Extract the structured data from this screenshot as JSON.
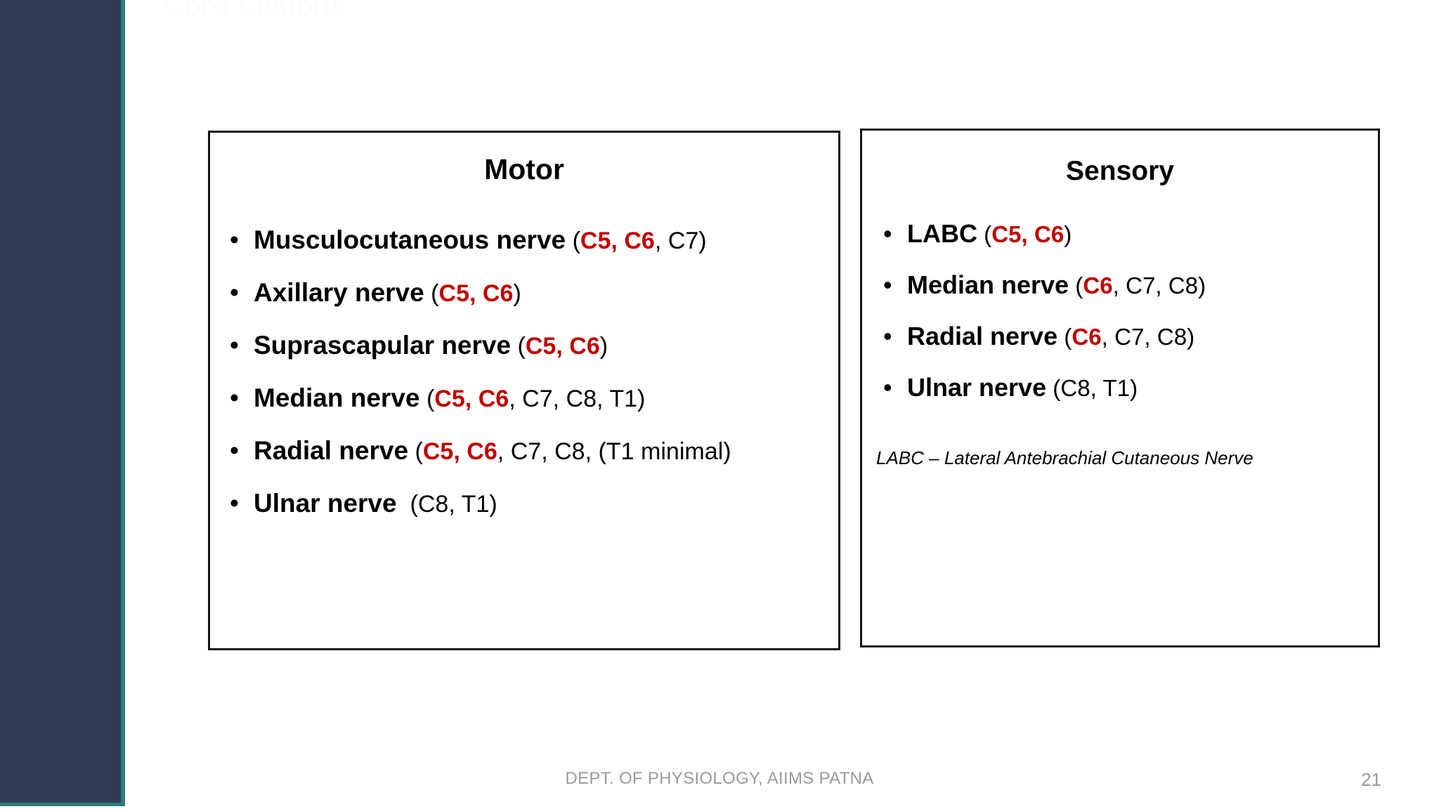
{
  "slide": {
    "background_color": "#ffffff",
    "sidebar": {
      "color": "#333B54",
      "accent_color": "#2E7C79"
    },
    "title_remnant": "Cord Lesions",
    "highlight_color": "#C00000"
  },
  "motor_panel": {
    "title": "Motor",
    "items": [
      {
        "name": "Musculocutaneous nerve",
        "open_paren": " (",
        "roots_highlight": "C5, C6",
        "roots_rest": ", C7)"
      },
      {
        "name": "Axillary nerve",
        "open_paren": " (",
        "roots_highlight": "C5, C6",
        "roots_rest": ")"
      },
      {
        "name": "Suprascapular nerve",
        "open_paren": " (",
        "roots_highlight": "C5, C6",
        "roots_rest": ")"
      },
      {
        "name": "Median nerve",
        "open_paren": " (",
        "roots_highlight": "C5, C6",
        "roots_rest": ", C7, C8, T1)"
      },
      {
        "name": "Radial nerve",
        "open_paren": " (",
        "roots_highlight": "C5, C6",
        "roots_rest": ", C7, C8, (T1 minimal)"
      },
      {
        "name": "Ulnar nerve",
        "open_paren": "  (",
        "roots_highlight": "",
        "roots_rest": "C8, T1)"
      }
    ]
  },
  "sensory_panel": {
    "title": "Sensory",
    "items": [
      {
        "name": "LABC",
        "open_paren": " (",
        "roots_highlight": "C5, C6",
        "roots_rest": ")"
      },
      {
        "name": "Median nerve",
        "open_paren": " (",
        "roots_highlight": "C6",
        "roots_rest": ", C7, C8)"
      },
      {
        "name": "Radial nerve",
        "open_paren": " (",
        "roots_highlight": "C6",
        "roots_rest": ", C7, C8)"
      },
      {
        "name": "Ulnar nerve",
        "open_paren": " (",
        "roots_highlight": "",
        "roots_rest": "C8, T1)"
      }
    ],
    "footnote": "LABC – Lateral Antebrachial Cutaneous Nerve"
  },
  "footer": {
    "text": "DEPT. OF PHYSIOLOGY, AIIMS PATNA",
    "page_number": "21"
  },
  "icons": {
    "bullet": "•"
  }
}
